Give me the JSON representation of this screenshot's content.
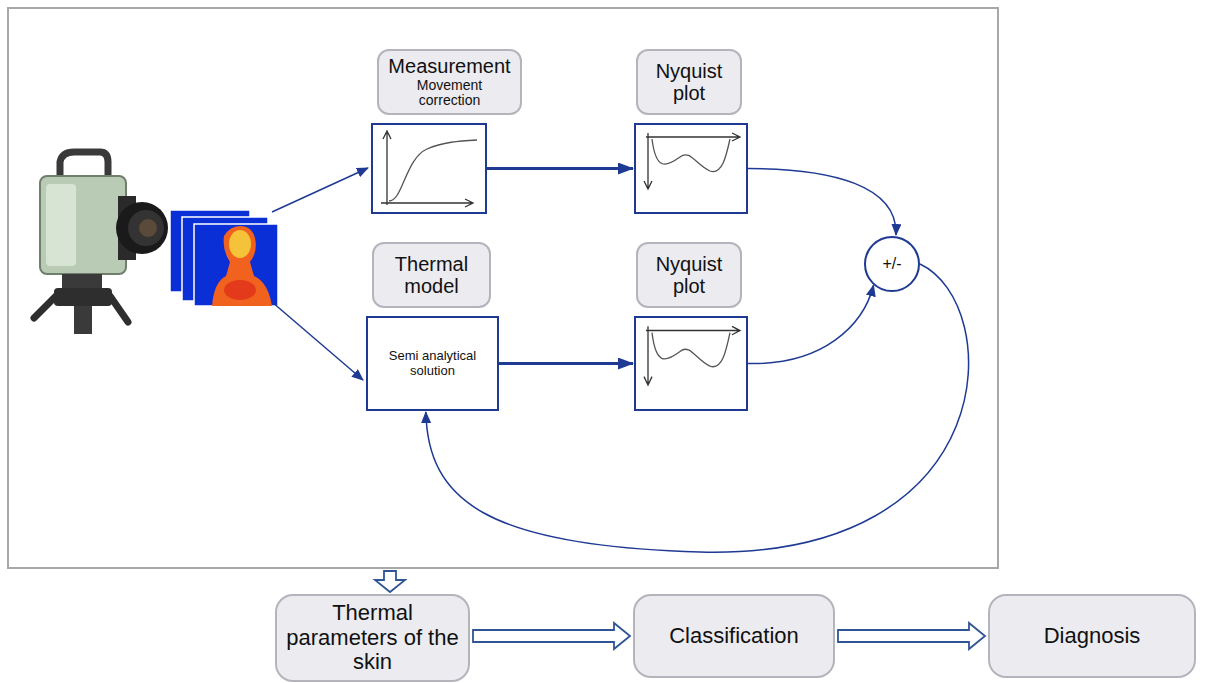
{
  "diagram": {
    "nodes": [
      {
        "text": [
          "Measurement",
          "Movement correction"
        ]
      },
      {
        "text": [
          "Nyquist plot"
        ]
      },
      {
        "text": [
          "Thermal model",
          "Semi analytical solution"
        ]
      },
      {
        "text": [
          "Nyquist plot"
        ]
      },
      {
        "text": [
          "+/-"
        ]
      },
      {
        "text": [
          "Thermal parameters of the skin"
        ]
      },
      {
        "text": [
          "Classification"
        ]
      },
      {
        "text": [
          "Diagnosis"
        ]
      }
    ],
    "edges": [
      {
        "from": 0,
        "to": 1,
        "arrow": "to"
      },
      {
        "from": 2,
        "to": 3,
        "arrow": "to"
      },
      {
        "from": 1,
        "to": 4,
        "arrow": "to"
      },
      {
        "from": 3,
        "to": 4,
        "arrow": "to"
      },
      {
        "from": 4,
        "to": 2,
        "arrow": "to"
      },
      {
        "from": 5,
        "to": 6,
        "arrow": "to"
      },
      {
        "from": 6,
        "to": 7,
        "arrow": "to"
      }
    ]
  }
}
